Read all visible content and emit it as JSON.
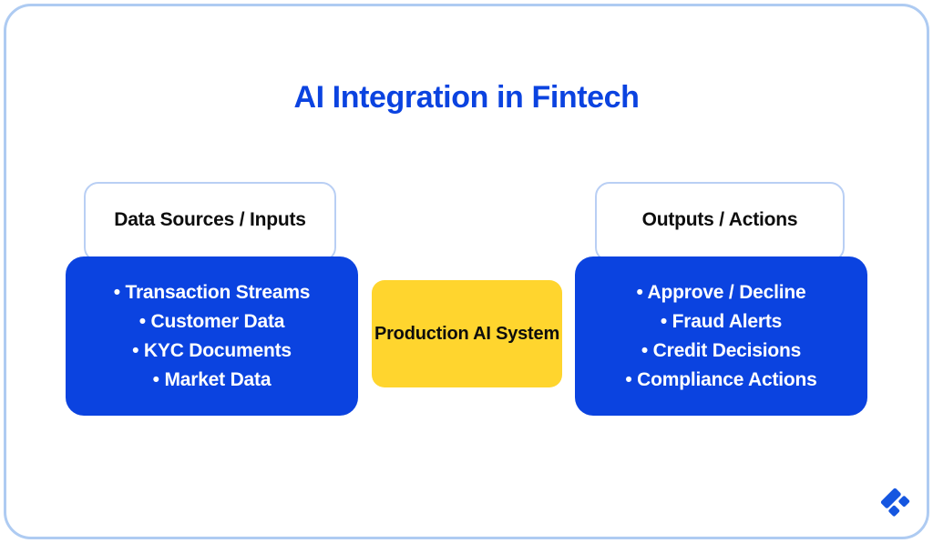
{
  "diagram": {
    "title": "AI Integration in Fintech",
    "accent_color": "#0b43e0",
    "highlight_color": "#ffd52e",
    "frame_color": "#aecbf2",
    "left_group": {
      "header": "Data Sources / Inputs",
      "items": [
        "• Transaction Streams",
        "• Customer Data",
        "• KYC Documents",
        "• Market Data"
      ]
    },
    "center_node": {
      "label": "Production AI System"
    },
    "right_group": {
      "header": "Outputs / Actions",
      "items": [
        "• Approve / Decline",
        "• Fraud Alerts",
        "• Credit Decisions",
        "• Compliance Actions"
      ]
    },
    "logo": {
      "name": "brand-logo"
    }
  }
}
